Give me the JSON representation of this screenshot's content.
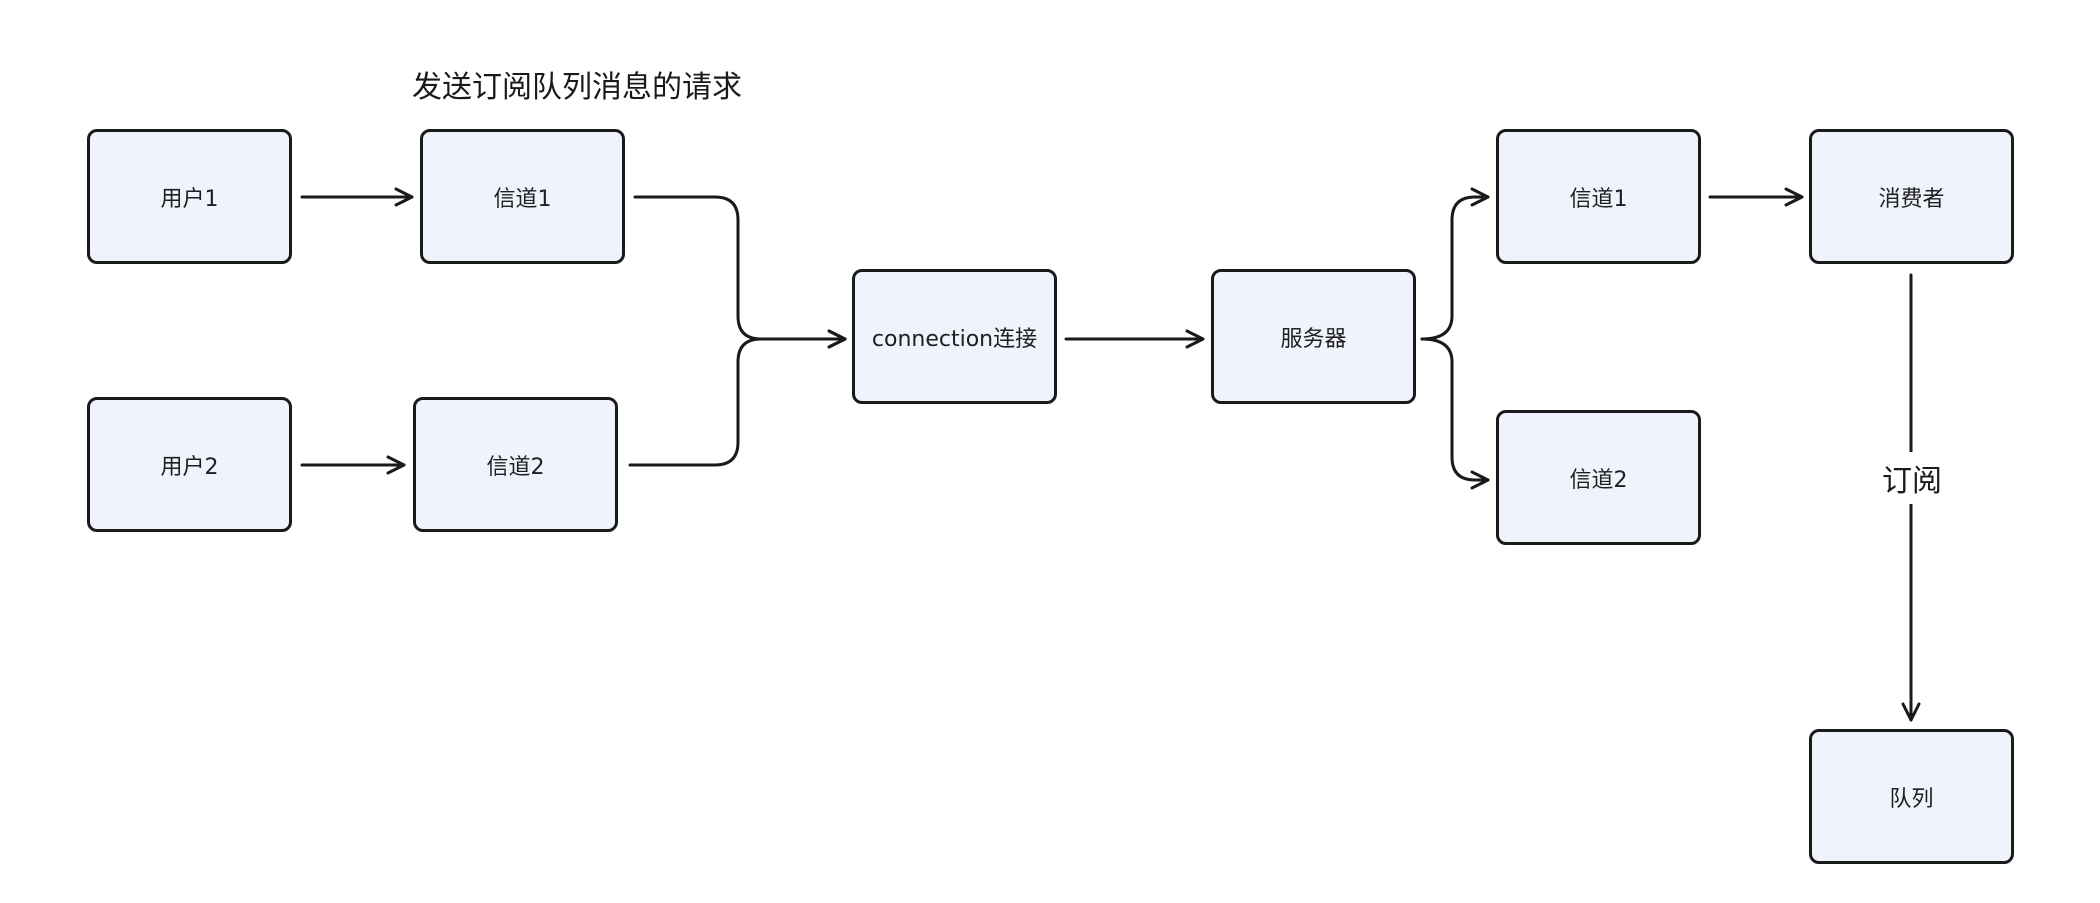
{
  "title": "发送订阅队列消息的请求",
  "nodes": {
    "user1": "用户1",
    "user2": "用户2",
    "channel1_left": "信道1",
    "channel2_left": "信道2",
    "connection": "connection连接",
    "server": "服务器",
    "channel1_right": "信道1",
    "channel2_right": "信道2",
    "consumer": "消费者",
    "queue": "队列"
  },
  "edge_labels": {
    "subscribe": "订阅"
  },
  "colors": {
    "node_fill": "#eff3fc",
    "stroke": "#1a1a1a"
  }
}
